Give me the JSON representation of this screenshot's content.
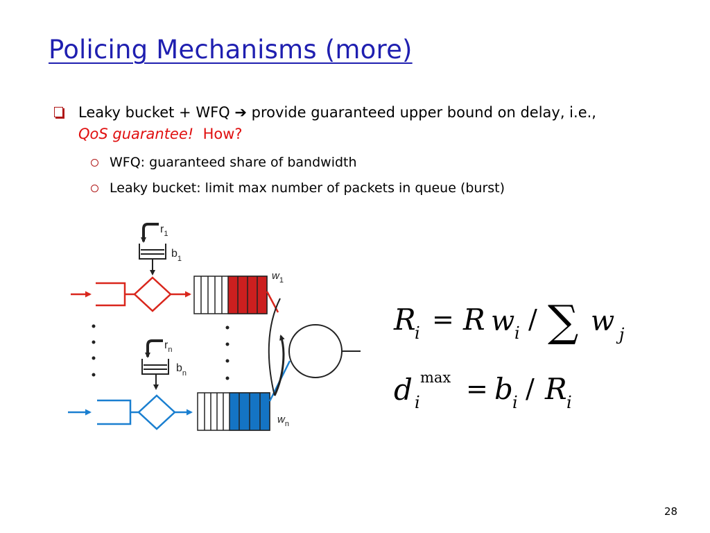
{
  "slide": {
    "title": "Policing Mechanisms (more)",
    "page_number": "28"
  },
  "bullets": {
    "main_part1": "Leaky bucket + WFQ ",
    "main_arrow": "➔",
    "main_part2": " provide guaranteed upper bound on delay, i.e., ",
    "main_emphasis": "QoS guarantee!",
    "main_how": "How?",
    "sub": [
      "WFQ: guaranteed share of bandwidth",
      "Leaky bucket: limit max number of packets in queue  (burst)"
    ]
  },
  "diagram": {
    "r1": "r",
    "r1_sub": "1",
    "b1": "b",
    "b1_sub": "1",
    "w1": "w",
    "w1_sub": "1",
    "rn": "r",
    "rn_sub": "n",
    "bn": "b",
    "bn_sub": "n",
    "wn": "w",
    "wn_sub": "n",
    "colors": {
      "top_flow": "#d9261c",
      "bottom_flow": "#1a7fd0",
      "line": "#222222"
    }
  },
  "formulas": {
    "f1": {
      "R": "R",
      "i": "i",
      "eq": "=",
      "R2": "R",
      "w": "w",
      "i2": "i",
      "slash": "/",
      "sum": "∑",
      "w2": "w",
      "j": "j"
    },
    "f2": {
      "d": "d",
      "i": "i",
      "max": "max",
      "eq": "=",
      "b": "b",
      "i2": "i",
      "slash": "/",
      "R": "R",
      "i3": "i"
    }
  }
}
